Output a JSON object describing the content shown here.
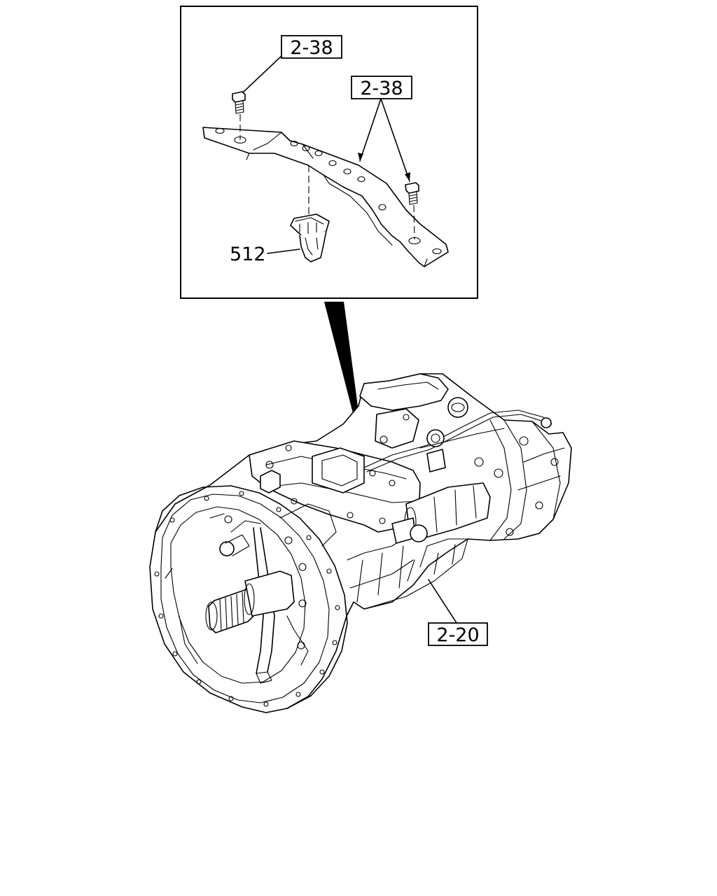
{
  "callouts": {
    "bolt_left": "2-38",
    "bolts_right": "2-38",
    "clip": "512",
    "transmission": "2-20"
  }
}
